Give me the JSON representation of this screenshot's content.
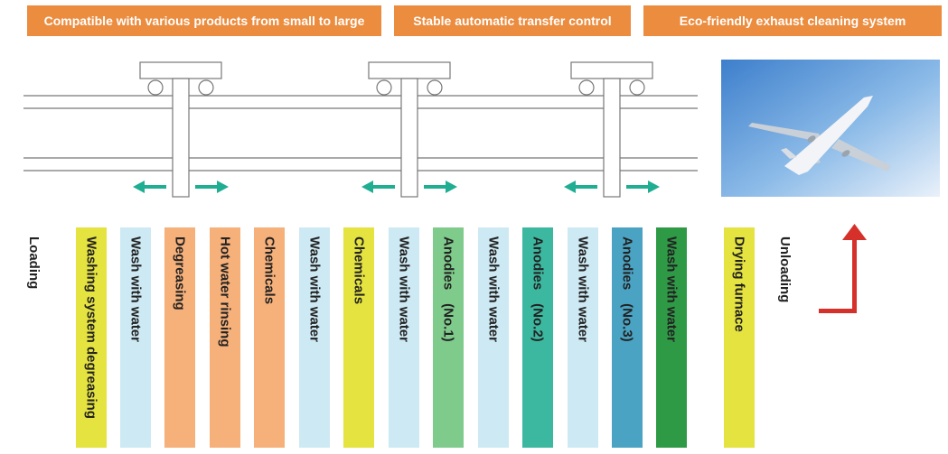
{
  "banners": [
    {
      "text": "Compatible with various products from small to large"
    },
    {
      "text": "Stable automatic transfer control"
    },
    {
      "text": "Eco-friendly exhaust cleaning system"
    }
  ],
  "process": {
    "start_label": "Loading",
    "end_label": "Unloading",
    "tanks": [
      {
        "label": "Washing system degreasing",
        "color": "#e5e33f"
      },
      {
        "label": "Wash with water",
        "color": "#cde9f3"
      },
      {
        "label": "Degreasing",
        "color": "#f6b07a"
      },
      {
        "label": "Hot water rinsing",
        "color": "#f6b07a"
      },
      {
        "label": "Chemicals",
        "color": "#f6b07a"
      },
      {
        "label": "Wash with water",
        "color": "#cde9f3"
      },
      {
        "label": "Chemicals",
        "color": "#e5e33f"
      },
      {
        "label": "Wash with water",
        "color": "#cde9f3"
      },
      {
        "label": "Anodies　(No.1)",
        "color": "#7fcb8b"
      },
      {
        "label": "Wash with water",
        "color": "#cde9f3"
      },
      {
        "label": "Anodies　(No.2)",
        "color": "#3cb8a0"
      },
      {
        "label": "Wash with water",
        "color": "#cde9f3"
      },
      {
        "label": "Anodies　(No.3)",
        "color": "#4aa3c2"
      },
      {
        "label": "Wash with water",
        "color": "#2f9a46"
      },
      {
        "label": "Drying furnace",
        "color": "#e5e33f"
      }
    ]
  },
  "colors": {
    "banner": "#ec8c3f",
    "move_arrow": "#1fae92",
    "unload_arrow": "#d6302a",
    "rail": "#777777"
  }
}
